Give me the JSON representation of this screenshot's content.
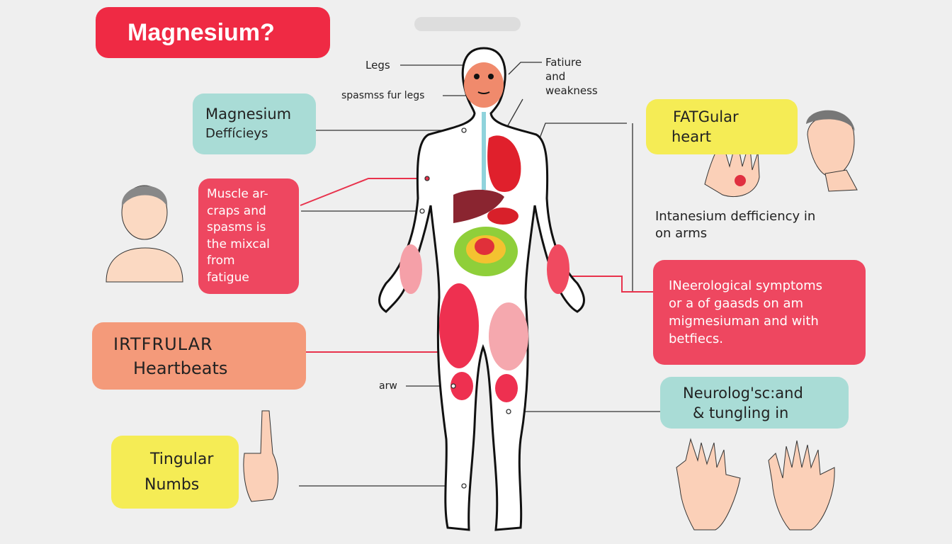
{
  "title": "Magnesium?",
  "labels": {
    "legs": "Legs",
    "spasms": "spasmss fur legs",
    "fatigue": [
      "Fatiure",
      "and",
      "weakness"
    ],
    "arw": "arw"
  },
  "boxes": {
    "deficiency": [
      "Magnesium",
      "Deffícieys"
    ],
    "muscle": [
      "Muscle ar-",
      "craps and",
      "spasms is",
      "the mixcal",
      "from",
      "fatigue"
    ],
    "irregular": [
      "IRTFRULAR",
      "Heartbeats"
    ],
    "tingular": [
      "Tingular",
      "Numbs"
    ],
    "fatgular": [
      "FATGular",
      "heart"
    ],
    "arms_note": [
      "Intanesium defficiency in",
      "on arms"
    ],
    "neuro": [
      "INeerological symptoms",
      "or a of gaasds on am",
      "migmesiuman and with",
      "betfiecs."
    ],
    "neuro2": [
      "Neurolog'sc:and",
      "& tungling in"
    ]
  },
  "colors": {
    "red": "#ef2a44",
    "pink": "#ee4760",
    "teal": "#a9dcd6",
    "orange": "#f49a7a",
    "yellow": "#f5ec55"
  }
}
